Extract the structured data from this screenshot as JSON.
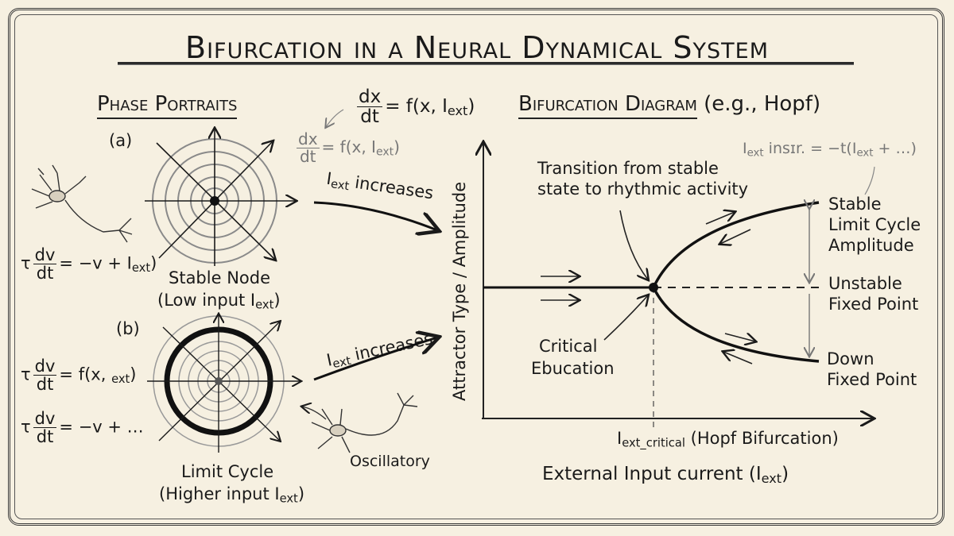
{
  "title": "Bifurcation in a Neural Dynamical System",
  "phase_portraits": {
    "heading": "Phase Portraits",
    "eq_main": {
      "num": "dx",
      "den": "dt",
      "rhs": "= f(x, I",
      "sub": "ext",
      "close": ")"
    },
    "eq_faded": {
      "num": "dx",
      "den": "dt",
      "rhs": "= f(x, I",
      "sub": "ext",
      "close": ")"
    },
    "panel_a": {
      "tag": "(a)",
      "equation": {
        "lead": "τ",
        "num": "dv",
        "den": "dt",
        "rhs": "= −v + I",
        "sub": "ext",
        "close": ")"
      },
      "caption_line1": "Stable Node",
      "caption_line2": "(Low input I",
      "caption_sub": "ext",
      "caption_close": ")",
      "arrow_label": "I",
      "arrow_label_sub": "ext",
      "arrow_label_rest": " increases"
    },
    "panel_b": {
      "tag": "(b)",
      "equation1": {
        "lead": "τ",
        "num": "dv",
        "den": "dt",
        "rhs": "= f(x, ",
        "sub": "ext",
        "close": ")"
      },
      "equation2": {
        "lead": "τ",
        "num": "dv",
        "den": "dt",
        "rhs": "= −v + …"
      },
      "caption_line1": "Limit Cycle",
      "caption_line2": "(Higher input I",
      "caption_sub": "ext",
      "caption_close": ")",
      "neuron_label": "Oscillatory",
      "arrow_label": "I",
      "arrow_label_sub": "ext",
      "arrow_label_rest": " increases"
    }
  },
  "bifurcation": {
    "heading": "Bifurcation Diagram",
    "heading_suffix": "(e.g., Hopf)",
    "faded_eq": {
      "a": "I",
      "a_sub": "ext",
      "b": " insɪr. = −t(I",
      "b_sub": "ext",
      "c": " + …)"
    },
    "annotation_transition_1": "Transition from stable",
    "annotation_transition_2": "state to rhythmic activity",
    "annotation_critical_1": "Critical",
    "annotation_critical_2": "Ebucation",
    "label_stable_1": "Stable",
    "label_stable_2": "Limit Cycle",
    "label_stable_3": "Amplitude",
    "label_unstable_1": "Unstable",
    "label_unstable_2": "Fixed Point",
    "label_down_1": "Down",
    "label_down_2": "Fixed Point",
    "y_axis_label": "Attractor Type / Amplitude",
    "x_tick_main": "I",
    "x_tick_sub": "ext_critical",
    "x_tick_rest": " (Hopf Bifurcation)",
    "x_axis_label": "External Input current (I",
    "x_axis_sub": "ext",
    "x_axis_close": ")"
  },
  "colors": {
    "paper": "#f6f0e1",
    "ink": "#1a1a1a",
    "pencil": "#8a8a8a"
  }
}
